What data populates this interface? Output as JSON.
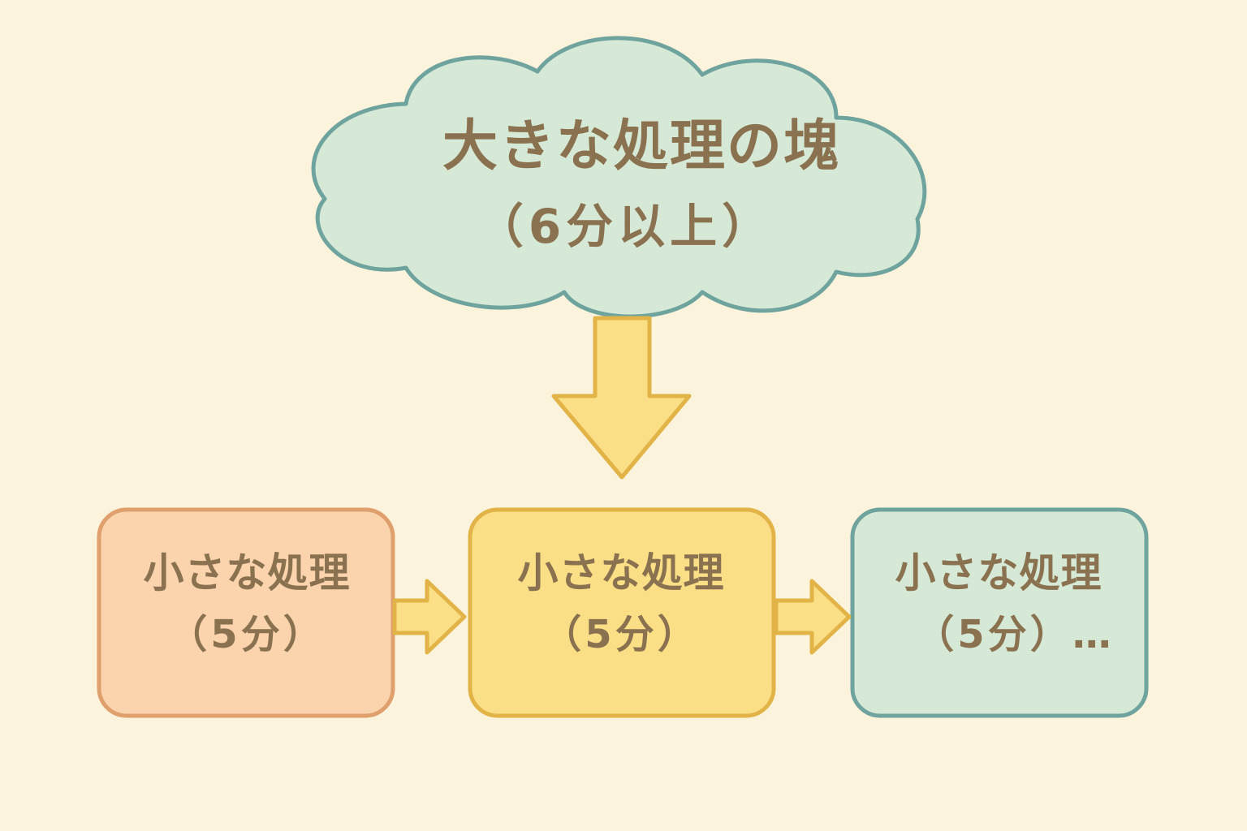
{
  "colors": {
    "background": "#FBF3DC",
    "text": "#8A7250",
    "cloud_fill": "#D6E9D6",
    "cloud_stroke": "#6FA39E",
    "arrow_fill": "#FADF86",
    "arrow_stroke": "#E2B448",
    "box1_fill": "#FBD4AE",
    "box1_stroke": "#E0A06E",
    "box2_fill": "#FADF86",
    "box2_stroke": "#E2B448",
    "box3_fill": "#D6E9D6",
    "box3_stroke": "#6FA39E"
  },
  "cloud": {
    "title": "大きな処理の塊",
    "subtitle": "（6分以上）"
  },
  "boxes": [
    {
      "line1": "小さな処理",
      "line2": "（5分）"
    },
    {
      "line1": "小さな処理",
      "line2": "（5分）"
    },
    {
      "line1": "小さな処理",
      "line2": "（5分）…"
    }
  ]
}
